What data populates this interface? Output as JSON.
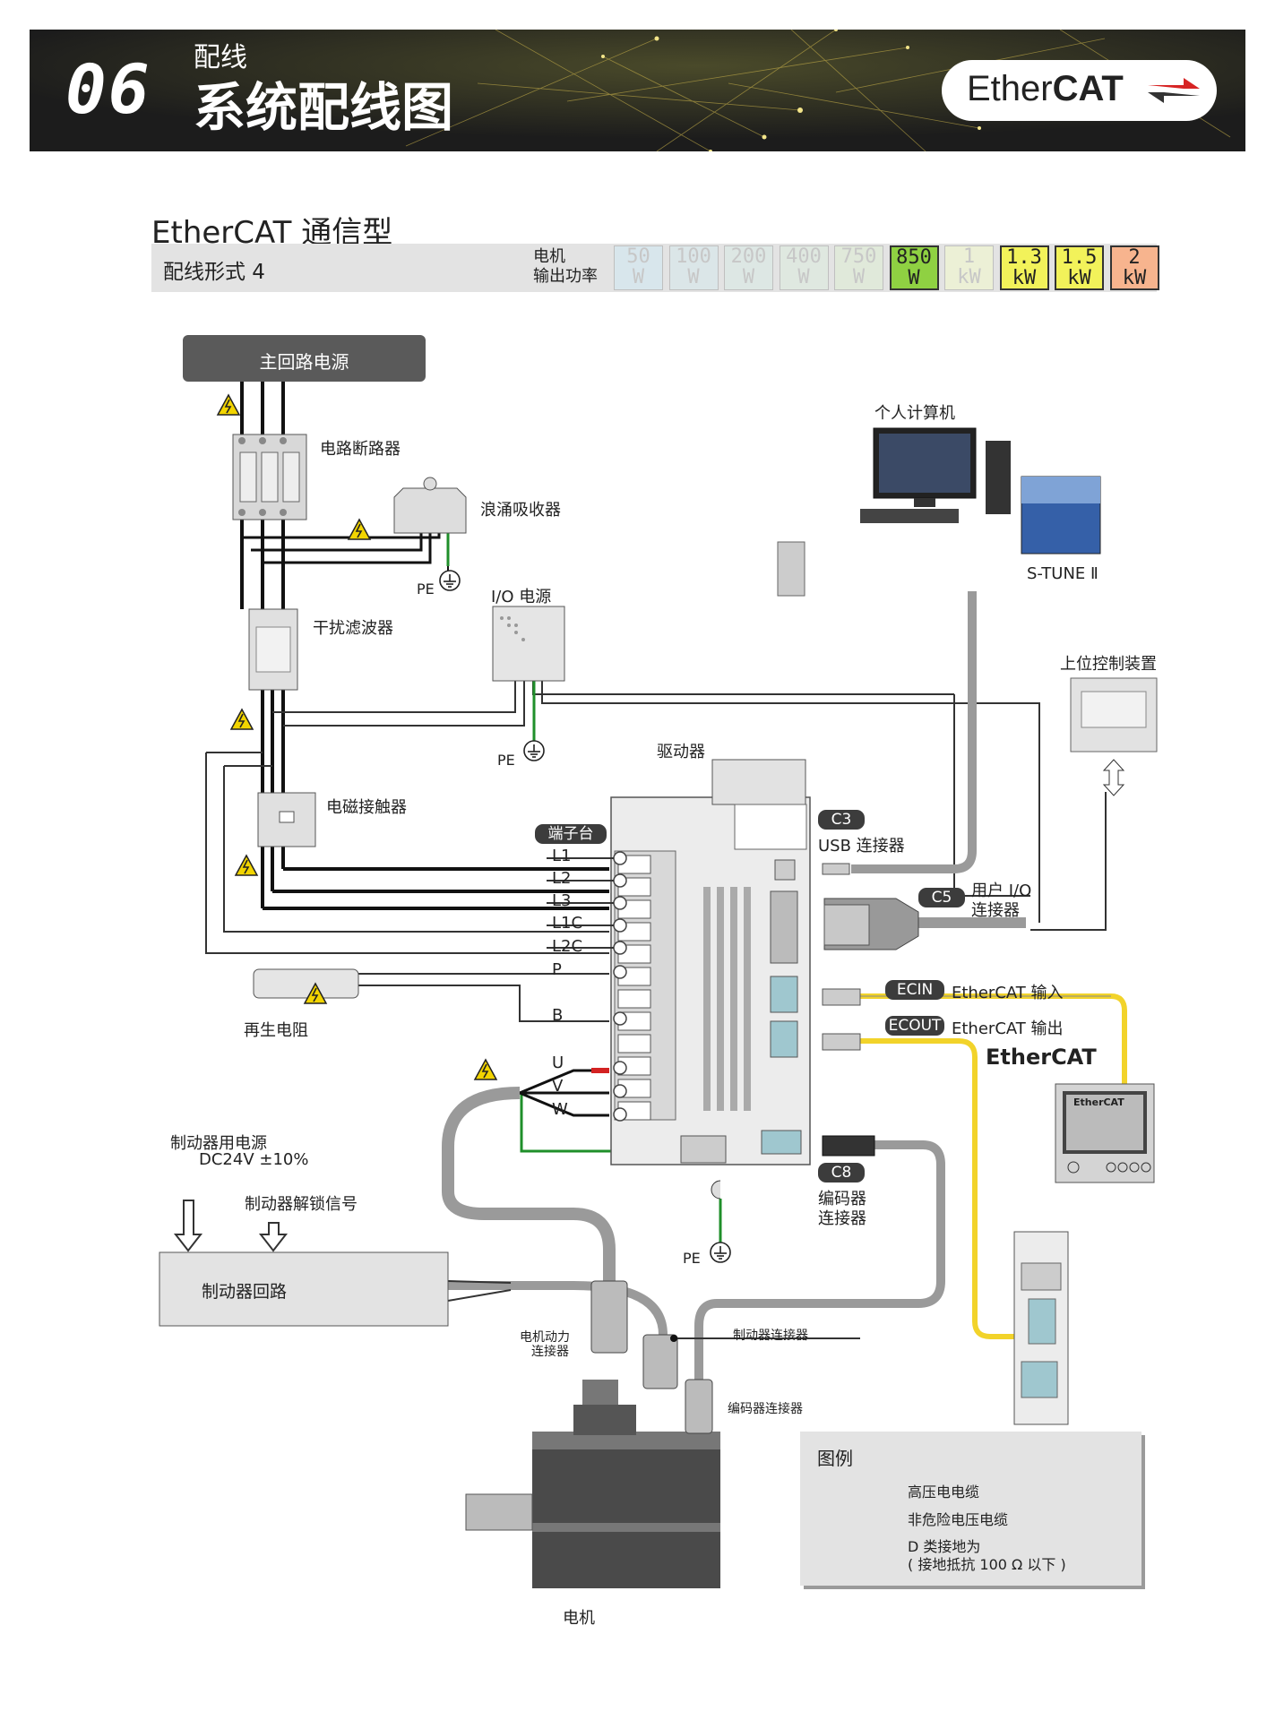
{
  "header": {
    "section_number": "06",
    "subtitle": "配线",
    "title": "系统配线图",
    "logo_text": "EtherCAT",
    "logo_text_prefix": "Ether",
    "logo_text_suffix": "CAT"
  },
  "page_subtitle": "EtherCAT 通信型",
  "config": {
    "label": "配线形式 4",
    "power_label_line1": "电机",
    "power_label_line2": "输出功率",
    "power_options": [
      {
        "value": "50",
        "unit": "W",
        "active": false,
        "color": "#d8e6ec"
      },
      {
        "value": "100",
        "unit": "W",
        "active": false,
        "color": "#dbe6e8"
      },
      {
        "value": "200",
        "unit": "W",
        "active": false,
        "color": "#dde7e4"
      },
      {
        "value": "400",
        "unit": "W",
        "active": false,
        "color": "#dfe8e0"
      },
      {
        "value": "750",
        "unit": "W",
        "active": false,
        "color": "#e0e9da"
      },
      {
        "value": "850",
        "unit": "W",
        "active": true,
        "color": "#8fd142"
      },
      {
        "value": "1",
        "unit": "kW",
        "active": false,
        "color": "#ecf0d6"
      },
      {
        "value": "1.3",
        "unit": "kW",
        "active": true,
        "color": "#f2f25a"
      },
      {
        "value": "1.5",
        "unit": "kW",
        "active": true,
        "color": "#f2f25a"
      },
      {
        "value": "2",
        "unit": "kW",
        "active": true,
        "color": "#f7b48e"
      }
    ]
  },
  "diagram": {
    "main_power": "主回路电源",
    "breaker": "电路断路器",
    "surge_absorber": "浪涌吸收器",
    "pe": "PE",
    "noise_filter": "干扰滤波器",
    "io_power": "I/O 电源",
    "contactor": "电磁接触器",
    "driver": "驱动器",
    "terminal_block": "端子台",
    "terminals": [
      "L1",
      "L2",
      "L3",
      "L1C",
      "L2C",
      "P",
      "B",
      "U",
      "V",
      "W"
    ],
    "regen_resistor": "再生电阻",
    "pc": "个人计算机",
    "software": "S-TUNE Ⅱ",
    "host_controller": "上位控制装置",
    "c3_tag": "C3",
    "c3_label": "USB 连接器",
    "c5_tag": "C5",
    "c5_label_line1": "用户 I/O",
    "c5_label_line2": "连接器",
    "ecin_tag": "ECIN",
    "ecin_label": "EtherCAT 输入",
    "ecout_tag": "ECOUT",
    "ecout_label": "EtherCAT 输出",
    "ethercat_logo": "EtherCAT",
    "c8_tag": "C8",
    "c8_label_line1": "编码器",
    "c8_label_line2": "连接器",
    "brake_power_line1": "制动器用电源",
    "brake_power_line2": "DC24V ±10%",
    "brake_release": "制动器解锁信号",
    "brake_circuit": "制动器回路",
    "motor_power_conn_line1": "电机动力",
    "motor_power_conn_line2": "连接器",
    "brake_conn": "制动器连接器",
    "encoder_conn": "编码器连接器",
    "motor": "电机",
    "hmi_logo": "EtherCAT"
  },
  "legend": {
    "title": "图例",
    "high_voltage": "高压电电缆",
    "non_hazard": "非危险电压电缆",
    "ground_line1": "D 类接地为",
    "ground_line2": "( 接地抵抗 100 Ω 以下 )"
  },
  "colors": {
    "ethercat_cable": "#f2d32a",
    "ground_wire": "#1f8f2a",
    "hv_wire": "#111111",
    "lv_wire": "#333333",
    "cable_gray": "#9a9a9a",
    "u_phase": "#d32222",
    "warning": "#f2d400"
  }
}
